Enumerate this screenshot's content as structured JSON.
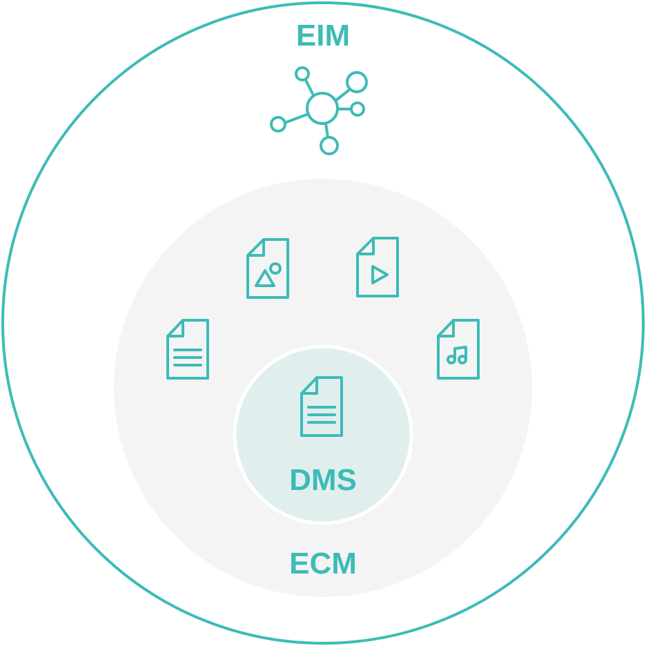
{
  "eim": {
    "label": "EIM",
    "icon": "network-hub-icon"
  },
  "ecm": {
    "label": "ECM",
    "icons": [
      "image-file-icon",
      "video-file-icon",
      "text-file-icon",
      "audio-file-icon"
    ]
  },
  "dms": {
    "label": "DMS",
    "icon": "document-icon"
  },
  "colors": {
    "accent": "#3dbbb6",
    "ecm_fill": "#f4f4f4",
    "dms_fill": "#e0efee",
    "background": "#ffffff"
  }
}
